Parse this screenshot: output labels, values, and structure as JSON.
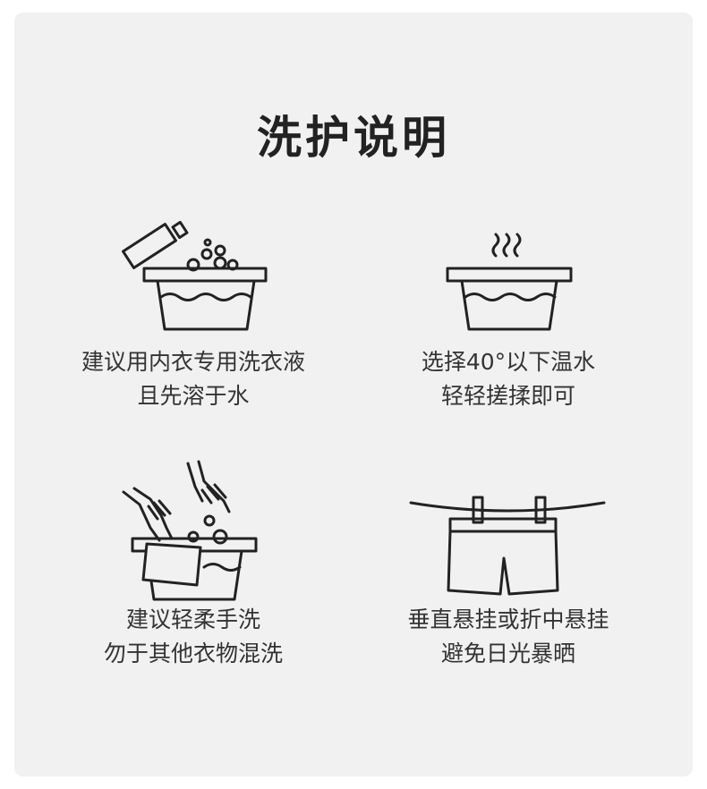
{
  "title": "洗护说明",
  "items": [
    {
      "icon": "detergent-basin-icon",
      "line1": "建议用内衣专用洗衣液",
      "line2": "且先溶于水"
    },
    {
      "icon": "warm-water-basin-icon",
      "line1": "选择40°以下温水",
      "line2": "轻轻搓揉即可"
    },
    {
      "icon": "hand-wash-icon",
      "line1": "建议轻柔手洗",
      "line2": "勿于其他衣物混洗"
    },
    {
      "icon": "hang-dry-icon",
      "line1": "垂直悬挂或折中悬挂",
      "line2": "避免日光暴晒"
    }
  ]
}
